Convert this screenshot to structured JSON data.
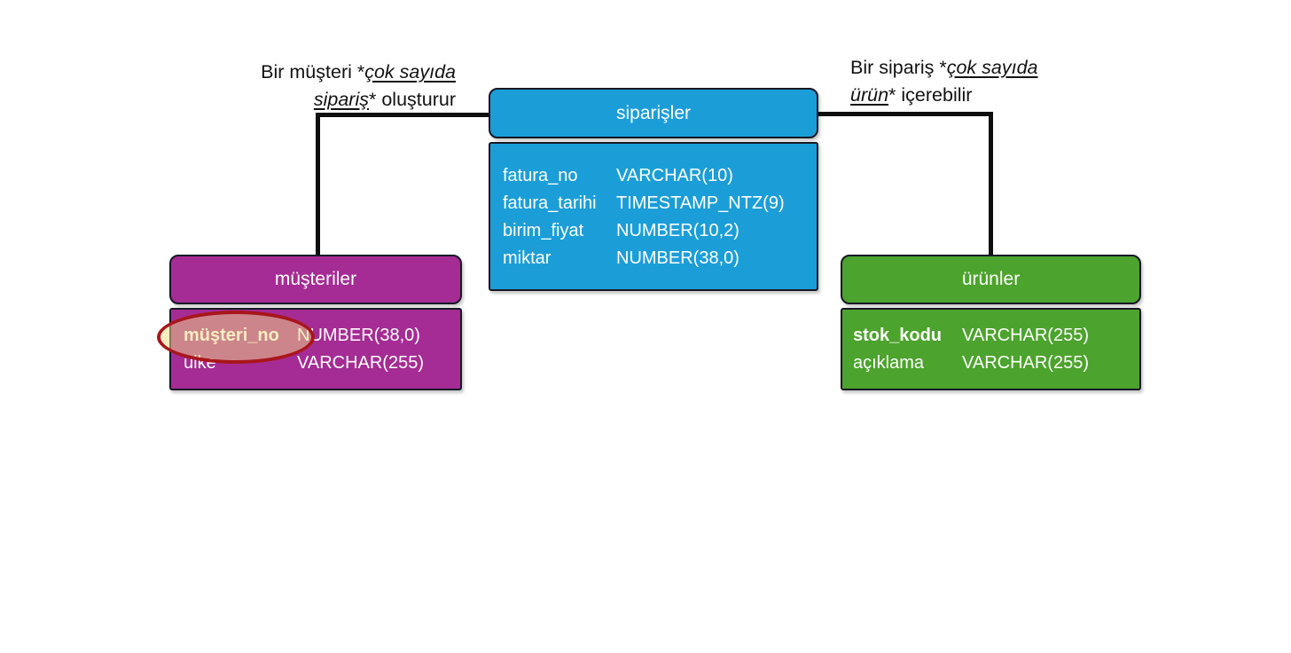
{
  "canvas": {
    "background": "#ffffff",
    "connector_color": "#0e0e0e",
    "border_color": "#181826",
    "text_color": "#ffffff"
  },
  "annotations": {
    "left": {
      "prefix": "Bir müşteri *",
      "em1": "çok sayıda",
      "em2": "sipariş",
      "suffix": "* oluşturur"
    },
    "right": {
      "prefix": "Bir sipariş *",
      "em1": "çok sayıda",
      "em2": "ürün",
      "suffix": "* içerebilir"
    }
  },
  "tables": [
    {
      "title": "müşteriler",
      "color": "#a52c94",
      "fields": [
        {
          "name": "müşteri_no",
          "type": "NUMBER(38,0)",
          "pk": true,
          "highlighted": true
        },
        {
          "name": "ülke",
          "type": "VARCHAR(255)",
          "pk": false
        }
      ]
    },
    {
      "title": "siparişler",
      "color": "#1b9ed8",
      "fields": [
        {
          "name": "fatura_no",
          "type": "VARCHAR(10)",
          "pk": false
        },
        {
          "name": "fatura_tarihi",
          "type": "TIMESTAMP_NTZ(9)",
          "pk": false
        },
        {
          "name": "birim_fiyat",
          "type": "NUMBER(10,2)",
          "pk": false
        },
        {
          "name": "miktar",
          "type": "NUMBER(38,0)",
          "pk": false
        }
      ]
    },
    {
      "title": "ürünler",
      "color": "#4ca32d",
      "fields": [
        {
          "name": "stok_kodu",
          "type": "VARCHAR(255)",
          "pk": true
        },
        {
          "name": "açıklama",
          "type": "VARCHAR(255)",
          "pk": false
        }
      ]
    }
  ],
  "highlight": {
    "shape": "ellipse",
    "target": "müşteri_no",
    "stroke": "#a8161b",
    "stroke_width": "4px",
    "fill": "rgba(243,222,130,0.5)"
  }
}
